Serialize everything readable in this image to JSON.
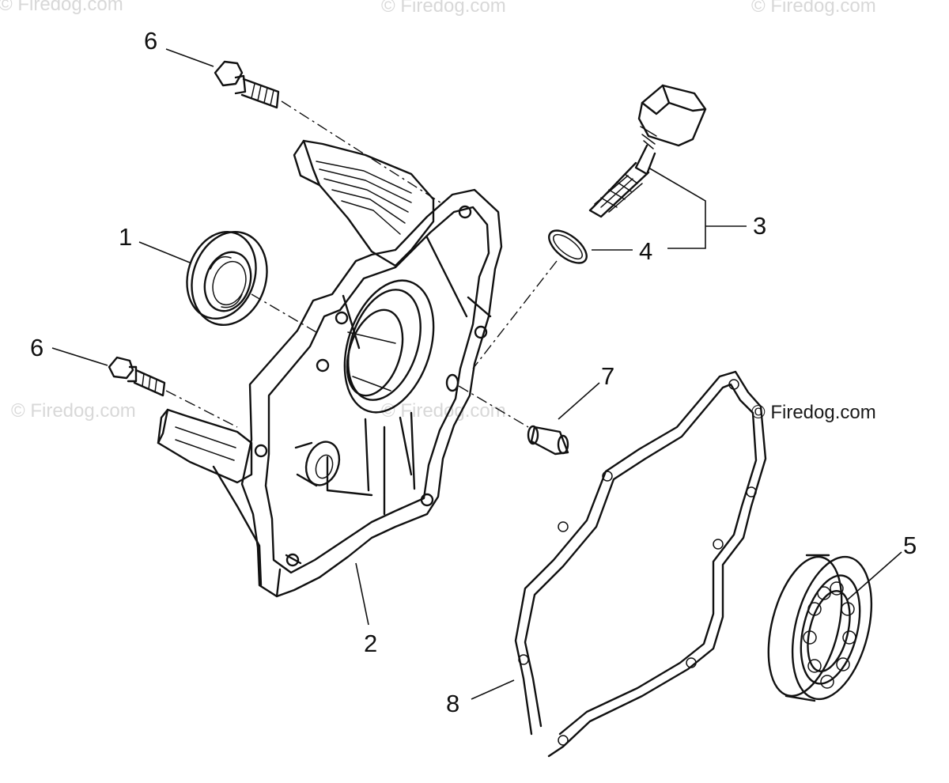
{
  "diagram": {
    "callouts": [
      {
        "id": "1",
        "label": "1",
        "part": "oil-seal"
      },
      {
        "id": "2",
        "label": "2",
        "part": "crankcase-cover"
      },
      {
        "id": "3",
        "label": "3",
        "part": "oil-dipstick"
      },
      {
        "id": "4",
        "label": "4",
        "part": "o-ring"
      },
      {
        "id": "5",
        "label": "5",
        "part": "ball-bearing"
      },
      {
        "id": "6a",
        "label": "6",
        "part": "flange-bolt-upper"
      },
      {
        "id": "6b",
        "label": "6",
        "part": "flange-bolt-lower"
      },
      {
        "id": "7",
        "label": "7",
        "part": "dowel-pin"
      },
      {
        "id": "8",
        "label": "8",
        "part": "cover-gasket"
      }
    ],
    "watermarks": [
      {
        "id": "w1",
        "text": "© Firedog.com"
      },
      {
        "id": "w2",
        "text": "© Firedog.com"
      },
      {
        "id": "w3",
        "text": "© Firedog.com"
      },
      {
        "id": "w4",
        "text": "© Firedog.com"
      },
      {
        "id": "w5",
        "text": "© Firedog.com"
      },
      {
        "id": "w6",
        "text": "© Firedog.com"
      }
    ],
    "colors": {
      "line": "#111111",
      "watermark": "#d8d8d8",
      "background": "#ffffff"
    }
  }
}
